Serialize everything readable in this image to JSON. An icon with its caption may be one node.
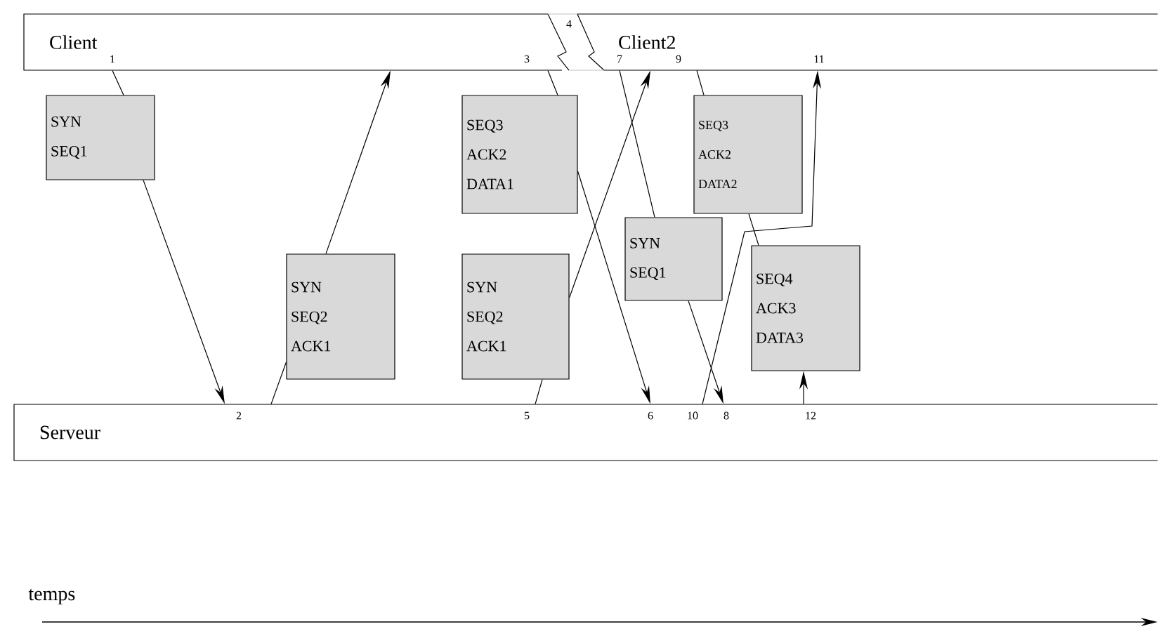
{
  "diagram": {
    "nodes": [
      {
        "text": [
          "Client"
        ]
      },
      {
        "text": [
          "Client2"
        ]
      },
      {
        "text": [
          "SYN",
          "SEQ1"
        ]
      },
      {
        "text": [
          "SEQ3",
          "ACK2",
          "DATA1"
        ]
      },
      {
        "text": [
          "SYN",
          "SEQ1"
        ]
      },
      {
        "text": [
          "SEQ3",
          "ACK2",
          "DATA2"
        ]
      },
      {
        "text": [
          "SYN",
          "SEQ2",
          "ACK1"
        ]
      },
      {
        "text": [
          "SYN",
          "SEQ2",
          "ACK1"
        ]
      },
      {
        "text": [
          "SEQ4",
          "ACK3",
          "DATA3"
        ]
      },
      {
        "text": [
          "Serveur"
        ]
      }
    ],
    "edges": [
      {
        "from": 0,
        "to": 2,
        "arrow": "none"
      },
      {
        "from": 2,
        "to": 9,
        "arrow": "to"
      },
      {
        "from": 9,
        "to": 6,
        "arrow": "none"
      },
      {
        "from": 6,
        "to": 0,
        "arrow": "to"
      },
      {
        "from": 0,
        "to": 3,
        "arrow": "none"
      },
      {
        "from": 3,
        "to": 9,
        "arrow": "to"
      },
      {
        "from": 9,
        "to": 7,
        "arrow": "none"
      },
      {
        "from": 7,
        "to": 1,
        "arrow": "to"
      },
      {
        "from": 1,
        "to": 4,
        "arrow": "none"
      },
      {
        "from": 4,
        "to": 9,
        "arrow": "to"
      },
      {
        "from": 1,
        "to": 5,
        "arrow": "none"
      },
      {
        "from": 5,
        "to": 8,
        "arrow": "none"
      },
      {
        "from": 9,
        "to": 8,
        "arrow": "to"
      },
      {
        "from": 9,
        "to": 1,
        "arrow": "to"
      }
    ],
    "labels": [
      "1",
      "3",
      "4",
      "7",
      "9",
      "11",
      "2",
      "5",
      "6",
      "10",
      "8",
      "12",
      "temps"
    ]
  }
}
